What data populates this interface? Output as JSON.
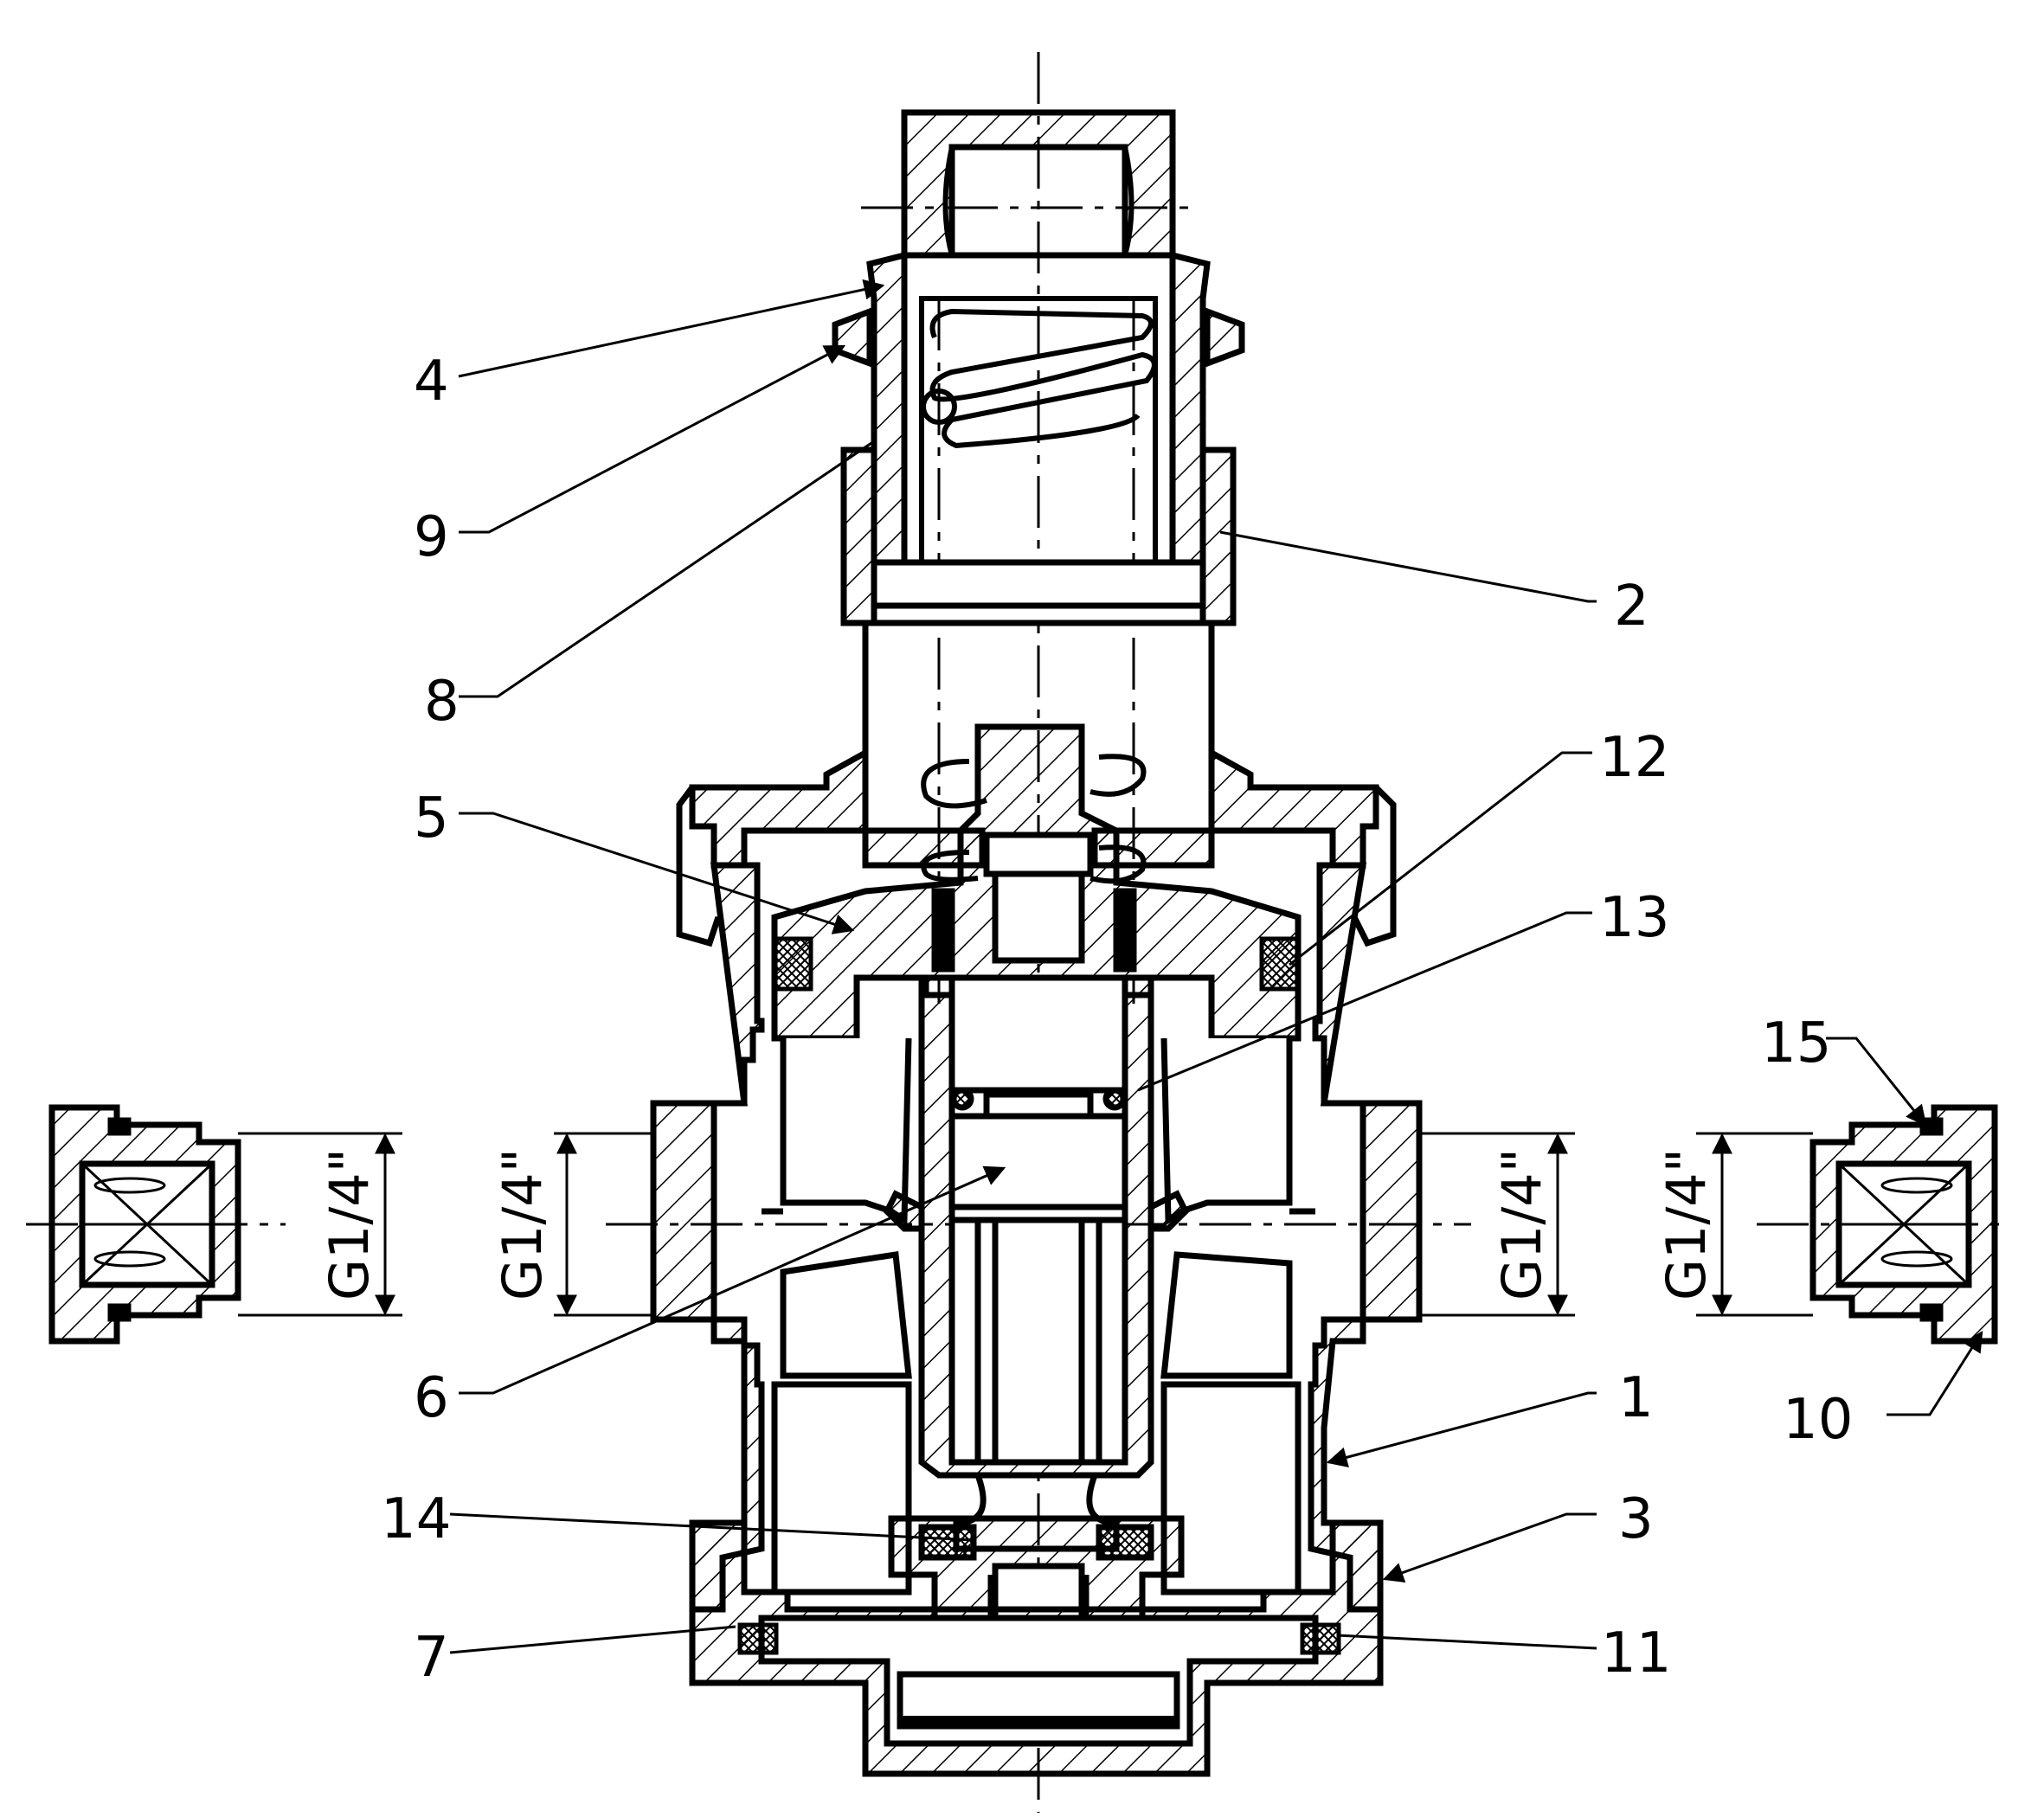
{
  "callouts": [
    "1",
    "2",
    "3",
    "4",
    "5",
    "6",
    "7",
    "8",
    "9",
    "10",
    "11",
    "12",
    "13",
    "14",
    "15"
  ],
  "thread_label": "G1/4\"",
  "colors": {
    "line": "#000000",
    "background": "#ffffff"
  }
}
